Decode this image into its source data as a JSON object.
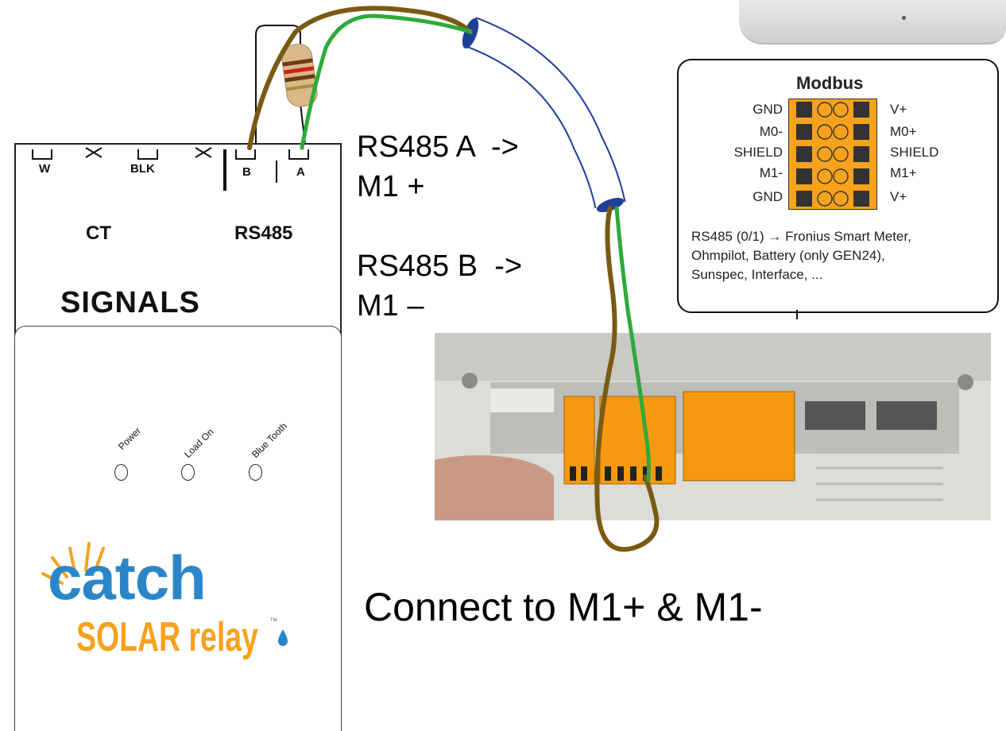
{
  "device": {
    "terminals": {
      "w": "W",
      "blk": "BLK",
      "b": "B",
      "a": "A"
    },
    "ct_label": "CT",
    "rs485_label": "RS485",
    "signals_label": "SIGNALS",
    "leds": [
      {
        "label": "Power"
      },
      {
        "label": "Load On"
      },
      {
        "label": "Blue Tooth"
      }
    ],
    "logo": {
      "word": "catch",
      "sub": "SOLAR relay",
      "tm": "TM"
    }
  },
  "captions": {
    "a_line1": "RS485 A  ->",
    "a_line2": "M1 +",
    "b_line1": "RS485 B  ->",
    "b_line2": "M1 –",
    "connect": "Connect to M1+ & M1-"
  },
  "modbus": {
    "title": "Modbus",
    "rows": [
      {
        "left": "GND",
        "right": "V+"
      },
      {
        "left": "M0-",
        "right": "M0+"
      },
      {
        "left": "SHIELD",
        "right": "SHIELD"
      },
      {
        "left": "M1-",
        "right": "M1+"
      },
      {
        "left": "GND",
        "right": "V+"
      }
    ],
    "note_line1": "RS485 (0/1) → Fronius Smart Meter,",
    "note_line2": "Ohmpilot, Battery (only GEN24),",
    "note_line3": "Sunspec, Interface, ..."
  },
  "colors": {
    "brown_wire": "#7a5a12",
    "green_wire": "#2eaa3a",
    "orange": "#f7a21c",
    "logo_blue": "#2a86c8"
  }
}
